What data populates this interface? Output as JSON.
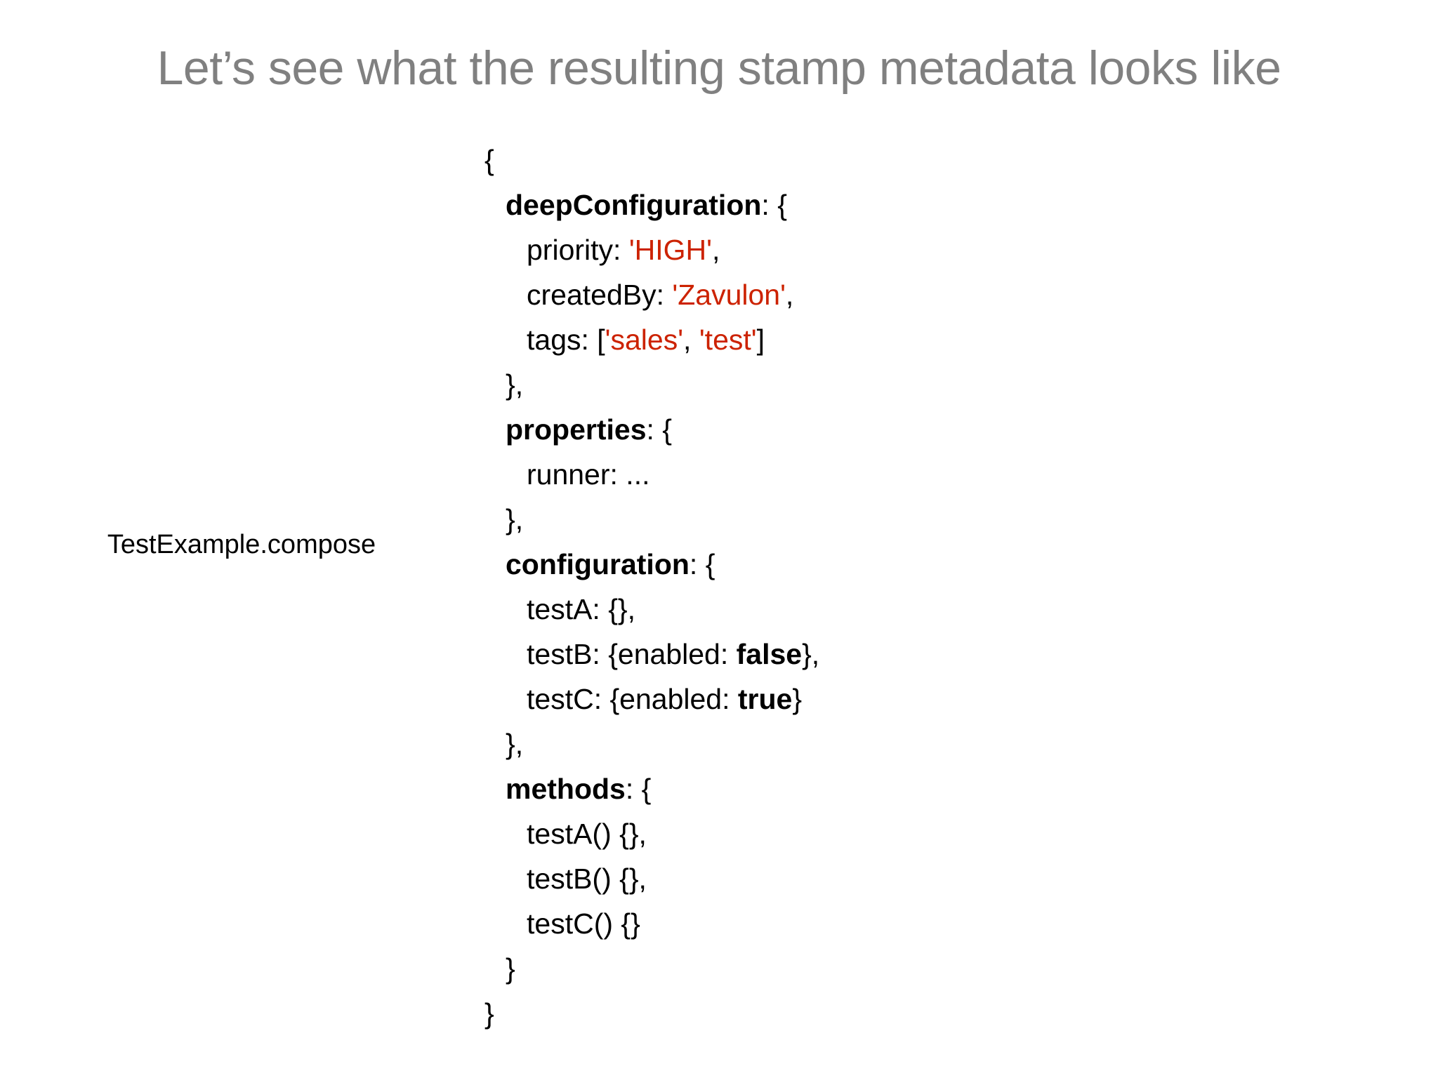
{
  "slide": {
    "title": "Let’s see what the resulting stamp metadata looks like",
    "source_label": "TestExample.compose",
    "colors": {
      "title": "#808080",
      "text": "#000000",
      "string_literal": "#CC2200",
      "background": "#FFFFFF"
    }
  },
  "code": {
    "language": "json-like",
    "lines": [
      {
        "indent": 0,
        "tokens": [
          {
            "t": "plain",
            "v": "{"
          }
        ]
      },
      {
        "indent": 1,
        "tokens": [
          {
            "t": "key",
            "v": "deepConfiguration"
          },
          {
            "t": "plain",
            "v": ": {"
          }
        ]
      },
      {
        "indent": 2,
        "tokens": [
          {
            "t": "plain",
            "v": "priority: "
          },
          {
            "t": "str",
            "v": "'HIGH'"
          },
          {
            "t": "plain",
            "v": ","
          }
        ]
      },
      {
        "indent": 2,
        "tokens": [
          {
            "t": "plain",
            "v": "createdBy: "
          },
          {
            "t": "str",
            "v": "'Zavulon'"
          },
          {
            "t": "plain",
            "v": ","
          }
        ]
      },
      {
        "indent": 2,
        "tokens": [
          {
            "t": "plain",
            "v": "tags: ["
          },
          {
            "t": "str",
            "v": "'sales'"
          },
          {
            "t": "plain",
            "v": ", "
          },
          {
            "t": "str",
            "v": "'test'"
          },
          {
            "t": "plain",
            "v": "]"
          }
        ]
      },
      {
        "indent": 1,
        "tokens": [
          {
            "t": "plain",
            "v": "},"
          }
        ]
      },
      {
        "indent": 1,
        "tokens": [
          {
            "t": "key",
            "v": "properties"
          },
          {
            "t": "plain",
            "v": ": {"
          }
        ]
      },
      {
        "indent": 2,
        "tokens": [
          {
            "t": "plain",
            "v": "runner: ..."
          }
        ]
      },
      {
        "indent": 1,
        "tokens": [
          {
            "t": "plain",
            "v": "},"
          }
        ]
      },
      {
        "indent": 1,
        "tokens": [
          {
            "t": "key",
            "v": "configuration"
          },
          {
            "t": "plain",
            "v": ": {"
          }
        ]
      },
      {
        "indent": 2,
        "tokens": [
          {
            "t": "plain",
            "v": "testA: {},"
          }
        ]
      },
      {
        "indent": 2,
        "tokens": [
          {
            "t": "plain",
            "v": "testB: {enabled: "
          },
          {
            "t": "bool",
            "v": "false"
          },
          {
            "t": "plain",
            "v": "},"
          }
        ]
      },
      {
        "indent": 2,
        "tokens": [
          {
            "t": "plain",
            "v": "testC: {enabled: "
          },
          {
            "t": "bool",
            "v": "true"
          },
          {
            "t": "plain",
            "v": "}"
          }
        ]
      },
      {
        "indent": 1,
        "tokens": [
          {
            "t": "plain",
            "v": "},"
          }
        ]
      },
      {
        "indent": 1,
        "tokens": [
          {
            "t": "key",
            "v": "methods"
          },
          {
            "t": "plain",
            "v": ": {"
          }
        ]
      },
      {
        "indent": 2,
        "tokens": [
          {
            "t": "plain",
            "v": "testA() {},"
          }
        ]
      },
      {
        "indent": 2,
        "tokens": [
          {
            "t": "plain",
            "v": "testB() {},"
          }
        ]
      },
      {
        "indent": 2,
        "tokens": [
          {
            "t": "plain",
            "v": "testC() {}"
          }
        ]
      },
      {
        "indent": 1,
        "tokens": [
          {
            "t": "plain",
            "v": "}"
          }
        ]
      },
      {
        "indent": 0,
        "tokens": [
          {
            "t": "plain",
            "v": "}"
          }
        ]
      }
    ]
  }
}
